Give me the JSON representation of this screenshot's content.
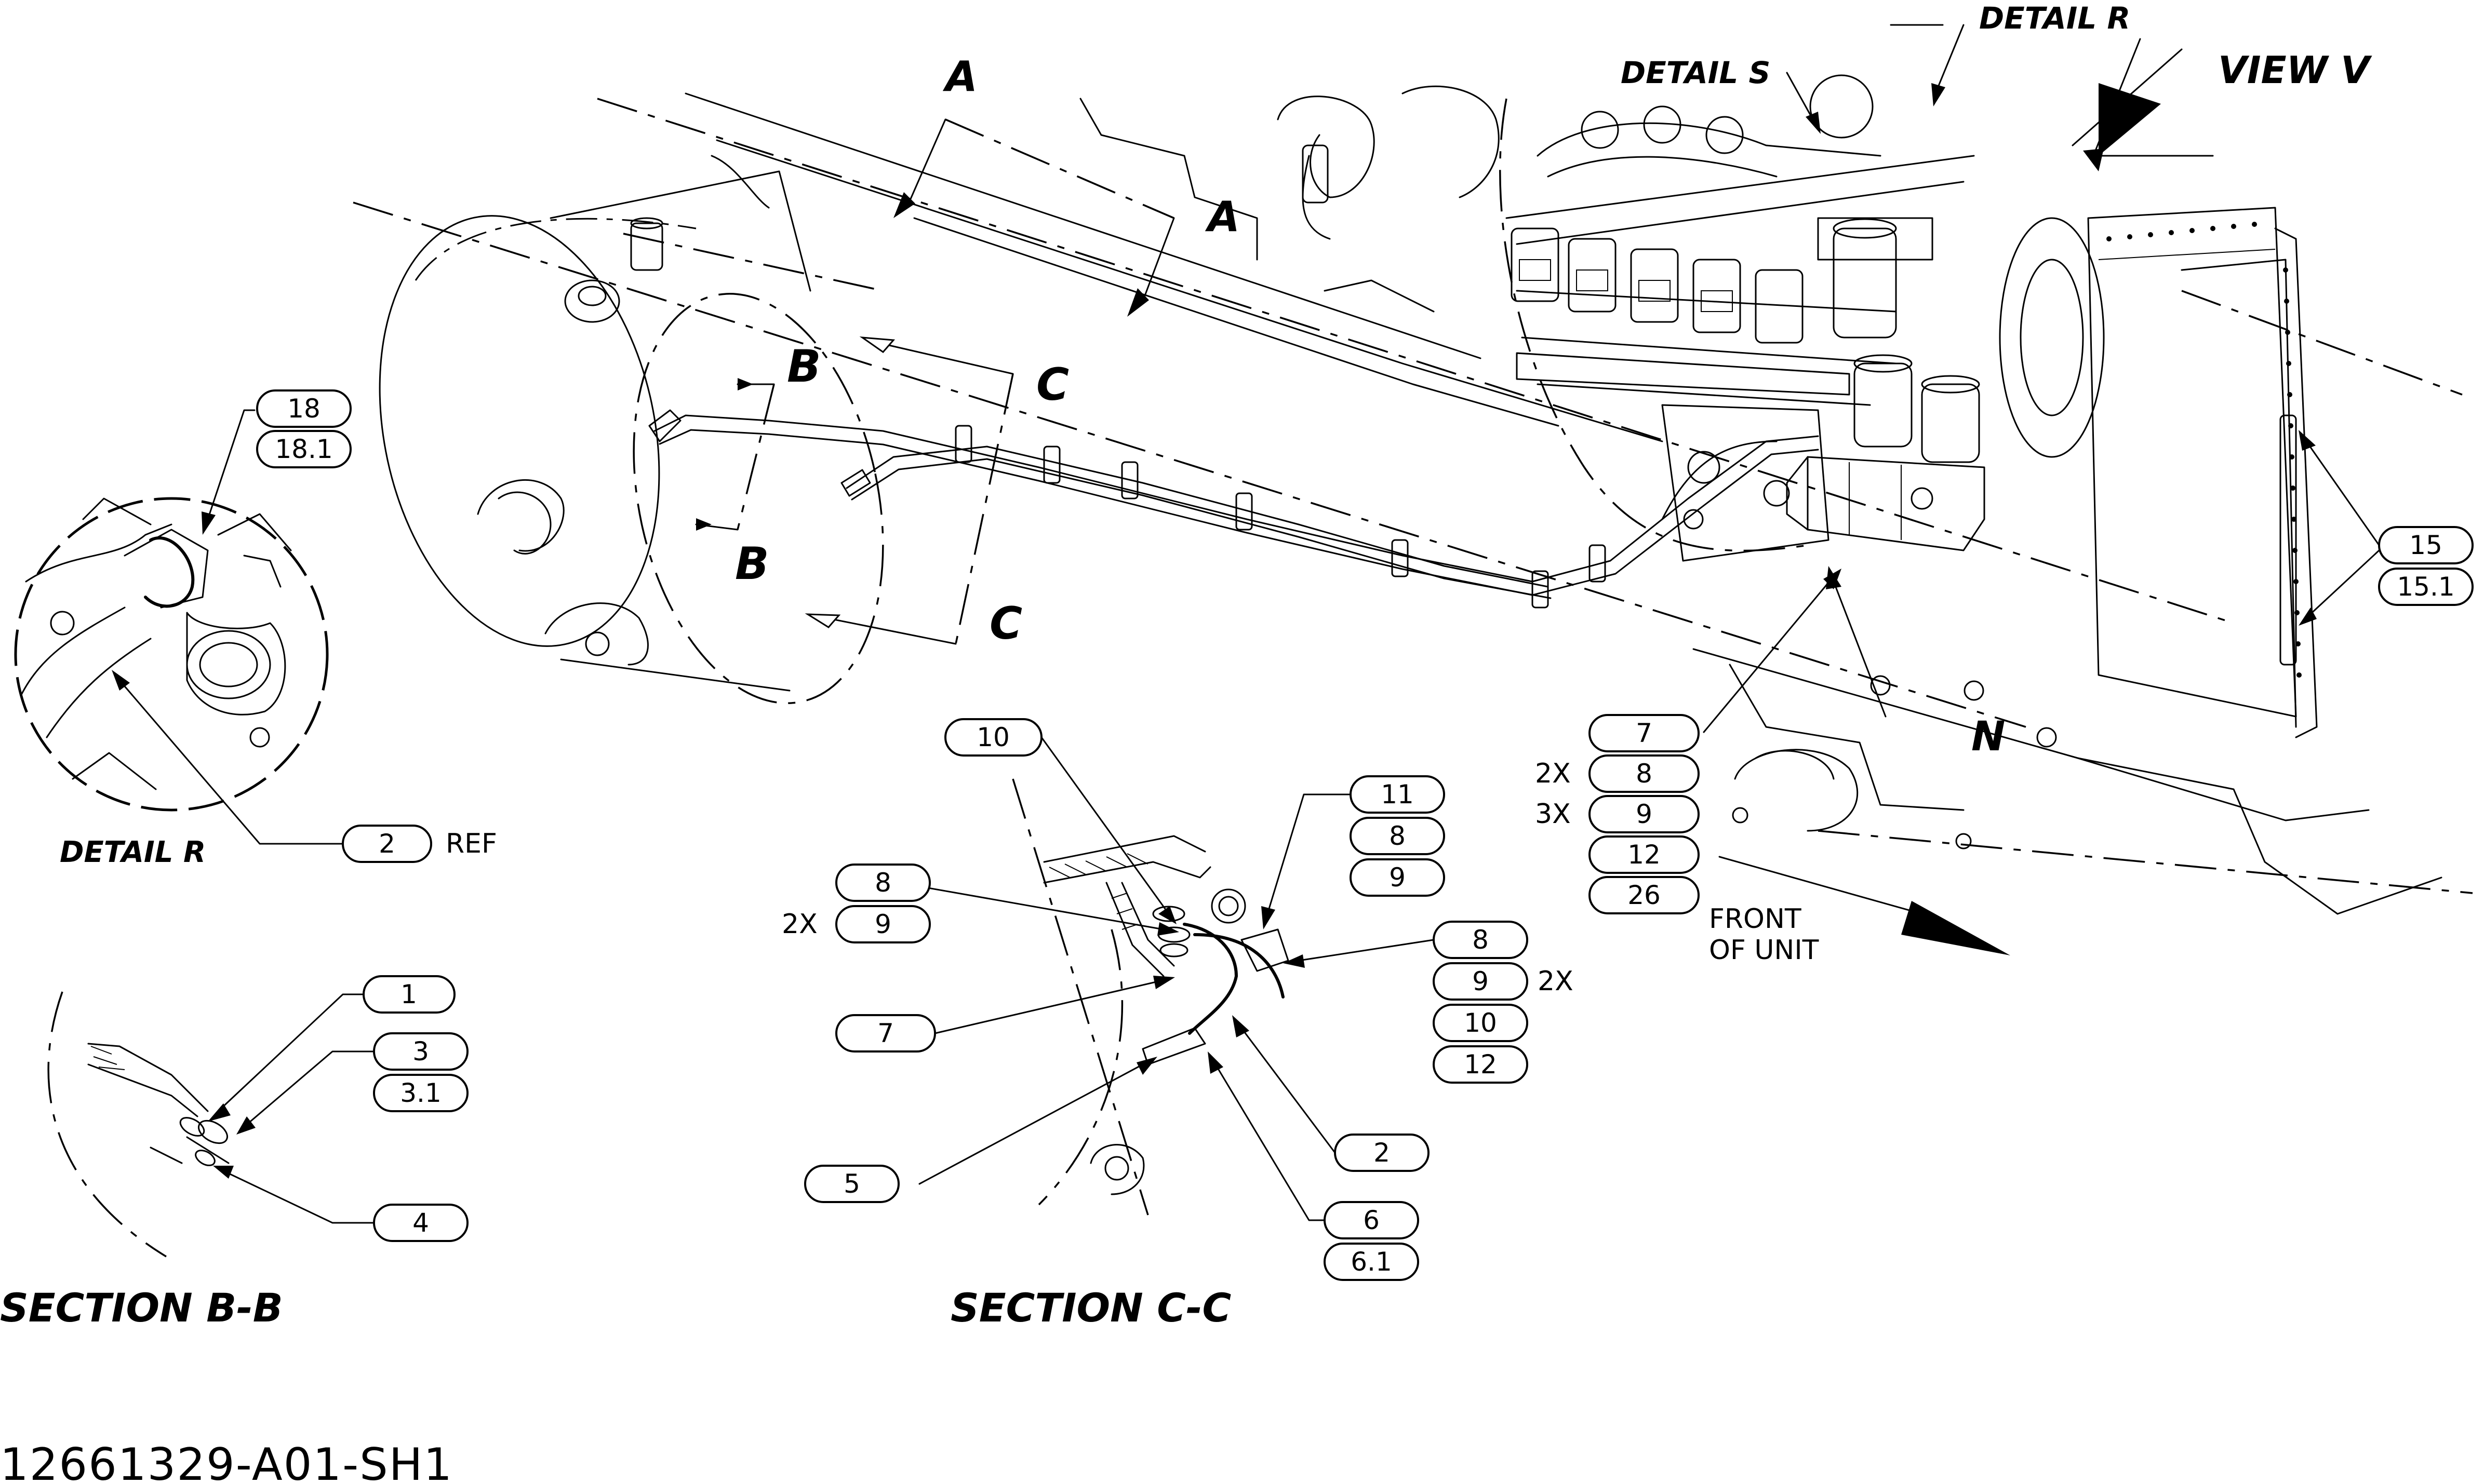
{
  "section_marks": {
    "a": "A",
    "b": "B",
    "c": "C"
  },
  "titles": {
    "detail_s": "DETAIL S",
    "detail_r_top": "DETAIL R",
    "view_v": "VIEW V",
    "detail_r_bottom": "DETAIL R",
    "n_mark": "N",
    "section_bb": "SECTION B-B",
    "section_cc": "SECTION C-C"
  },
  "front_of_unit": {
    "line1": "FRONT",
    "line2": "OF UNIT"
  },
  "drawing_number": "12661329-A01-SH1",
  "callouts": [
    {
      "id": "c18",
      "text": "18"
    },
    {
      "id": "c18_1",
      "text": "18.1"
    },
    {
      "id": "c2_ref",
      "text": "2"
    },
    {
      "id": "c15",
      "text": "15"
    },
    {
      "id": "c15_1",
      "text": "15.1"
    },
    {
      "id": "c7_main",
      "text": "7"
    },
    {
      "id": "c8_main",
      "text": "8"
    },
    {
      "id": "c9_main",
      "text": "9"
    },
    {
      "id": "c12_main",
      "text": "12"
    },
    {
      "id": "c26_main",
      "text": "26"
    },
    {
      "id": "c10_top",
      "text": "10"
    },
    {
      "id": "c11",
      "text": "11"
    },
    {
      "id": "c8_r",
      "text": "8"
    },
    {
      "id": "c9_r",
      "text": "9"
    },
    {
      "id": "c8_left",
      "text": "8"
    },
    {
      "id": "c9_left",
      "text": "9"
    },
    {
      "id": "c7_cc",
      "text": "7"
    },
    {
      "id": "c8_rr",
      "text": "8"
    },
    {
      "id": "c9_rr",
      "text": "9"
    },
    {
      "id": "c10_rr",
      "text": "10"
    },
    {
      "id": "c12_rr",
      "text": "12"
    },
    {
      "id": "c2_cc",
      "text": "2"
    },
    {
      "id": "c5",
      "text": "5"
    },
    {
      "id": "c6",
      "text": "6"
    },
    {
      "id": "c6_1",
      "text": "6.1"
    },
    {
      "id": "c1",
      "text": "1"
    },
    {
      "id": "c3",
      "text": "3"
    },
    {
      "id": "c3_1",
      "text": "3.1"
    },
    {
      "id": "c4",
      "text": "4"
    }
  ],
  "quantities": {
    "q8_main": "2X",
    "q9_main": "3X",
    "q9_left": "2X",
    "q9_rr": "2X",
    "ref": "REF"
  }
}
